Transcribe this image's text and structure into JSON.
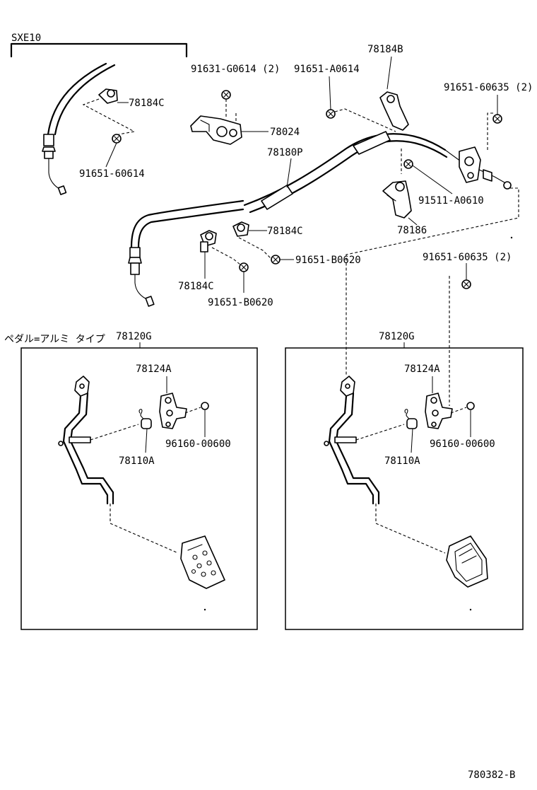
{
  "labels": {
    "sxe10": "SXE10",
    "p78184b": "78184B",
    "p91631g0614": "91631-G0614 (2)",
    "p91651a0614": "91651-A0614",
    "p91651_60635_top": "91651-60635 (2)",
    "p78184c_top": "78184C",
    "p78024": "78024",
    "p78180p": "78180P",
    "p91651_60614": "91651-60614",
    "p91511a0610": "91511-A0610",
    "p78184c_mid": "78184C",
    "p78186": "78186",
    "p91651b0620_mid": "91651-B0620",
    "p91651_60635_mid": "91651-60635 (2)",
    "p78184c_low": "78184C",
    "p91651b0620_low": "91651-B0620",
    "pedal_type": "ペダル=アルミ タイプ",
    "p78120g_left": "78120G",
    "p78120g_right": "78120G",
    "p78124a_left": "78124A",
    "p78124a_right": "78124A",
    "p96160_left": "96160-00600",
    "p96160_right": "96160-00600",
    "p78110a_left": "78110A",
    "p78110a_right": "78110A",
    "diagram_code": "780382-B"
  }
}
